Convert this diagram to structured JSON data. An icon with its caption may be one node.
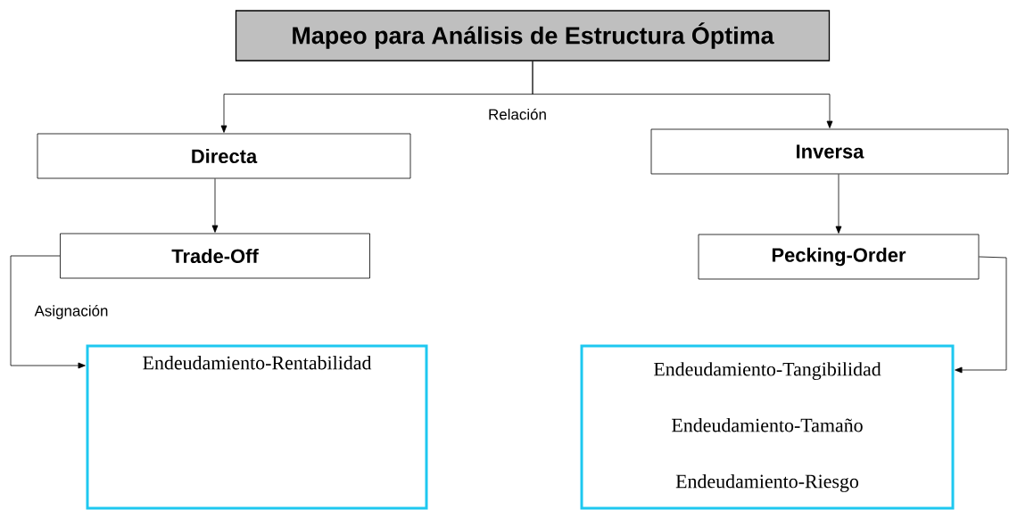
{
  "diagram": {
    "nodes": [
      {
        "text": [
          "Mapeo para Análisis de Estructura Óptima"
        ]
      },
      {
        "text": [
          "Directa"
        ]
      },
      {
        "text": [
          "Inversa"
        ]
      },
      {
        "text": [
          "Trade-Off"
        ]
      },
      {
        "text": [
          "Pecking-Order"
        ]
      },
      {
        "text": [
          "Endeudamiento-Rentabilidad"
        ]
      },
      {
        "text": [
          "Endeudamiento-Tangibilidad",
          "Endeudamiento-Tamaño",
          "Endeudamiento-Riesgo"
        ]
      }
    ],
    "edges": [
      {
        "from": 0,
        "to": 1,
        "arrow": "to",
        "label": "Relación"
      },
      {
        "from": 0,
        "to": 2,
        "arrow": "to"
      },
      {
        "from": 1,
        "to": 3,
        "arrow": "to"
      },
      {
        "from": 2,
        "to": 4,
        "arrow": "to"
      },
      {
        "from": 3,
        "to": 5,
        "arrow": "to",
        "label": "Asignación"
      },
      {
        "from": 4,
        "to": 6,
        "arrow": "to"
      }
    ]
  }
}
